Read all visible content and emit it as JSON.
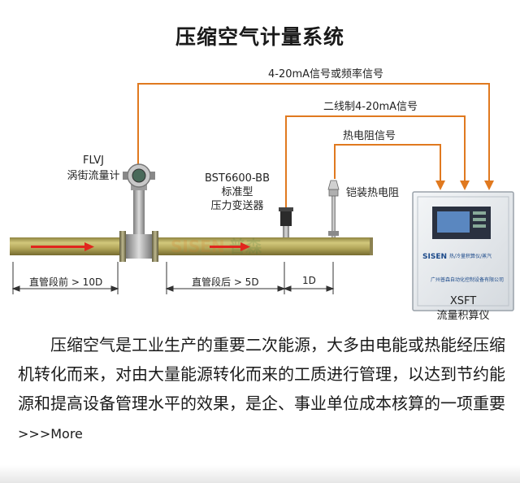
{
  "title": "压缩空气计量系统",
  "signals": {
    "s1": "4-20mA信号或频率信号",
    "s2": "二线制4-20mA信号",
    "s3": "热电阻信号"
  },
  "devices": {
    "flowmeter_code": "FLVJ",
    "flowmeter_name": "涡街流量计",
    "transmitter_code": "BST6600-BB",
    "transmitter_line1": "标准型",
    "transmitter_line2": "压力变送器",
    "rtd": "铠装热电阻",
    "totalizer_code": "XSFT",
    "totalizer_name": "流量积算仪"
  },
  "cabinet": {
    "brand": "SISEN",
    "product_line1": "热/冷量积算仪/蒸汽",
    "company": "广州普森自动化控制设备有限公司"
  },
  "watermark": "SISEN 普森",
  "dimensions": {
    "upstream": "直管段前 > 10D",
    "downstream": "直管段后 > 5D",
    "one_d": "1D"
  },
  "description": {
    "text": "压缩空气是工业生产的重要二次能源，大多由电能或热能经压缩机转化而来，对由大量能源转化而来的工质进行管理，以达到节约能源和提高设备管理水平的效果，是企、事业单位成本核算的一项重要",
    "more": ">>>More"
  },
  "colors": {
    "signal_line": "#e0791f",
    "pipe": "#b3a75a",
    "flow_arrow": "#e0261e",
    "dimension_line": "#333333"
  }
}
